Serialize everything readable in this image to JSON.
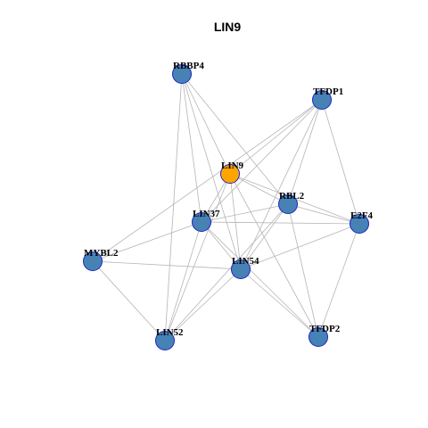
{
  "title": "LIN9",
  "colors": {
    "default_node": "#4682b4",
    "highlight_node": "#ffa500",
    "node_border": "#1f24c8",
    "edge": "#b5b5b5"
  },
  "nodes": [
    {
      "id": "RBBP4",
      "label": "RBBP4",
      "highlight": false
    },
    {
      "id": "TFDP1",
      "label": "TFDP1",
      "highlight": false
    },
    {
      "id": "LIN9",
      "label": "LIN9",
      "highlight": true
    },
    {
      "id": "RBL2",
      "label": "RBL2",
      "highlight": false
    },
    {
      "id": "LIN37",
      "label": "LIN37",
      "highlight": false
    },
    {
      "id": "E2F4",
      "label": "E2F4",
      "highlight": false
    },
    {
      "id": "MYBL2",
      "label": "MYBL2",
      "highlight": false
    },
    {
      "id": "LIN54",
      "label": "LIN54",
      "highlight": false
    },
    {
      "id": "LIN52",
      "label": "LIN52",
      "highlight": false
    },
    {
      "id": "TFDP2",
      "label": "TFDP2",
      "highlight": false
    }
  ],
  "edges": [
    [
      "RBBP4",
      "LIN9"
    ],
    [
      "RBBP4",
      "RBL2"
    ],
    [
      "RBBP4",
      "LIN37"
    ],
    [
      "RBBP4",
      "LIN54"
    ],
    [
      "RBBP4",
      "LIN52"
    ],
    [
      "TFDP1",
      "LIN9"
    ],
    [
      "TFDP1",
      "RBL2"
    ],
    [
      "TFDP1",
      "LIN37"
    ],
    [
      "TFDP1",
      "LIN54"
    ],
    [
      "TFDP1",
      "E2F4"
    ],
    [
      "TFDP1",
      "MYBL2"
    ],
    [
      "LIN9",
      "RBL2"
    ],
    [
      "LIN9",
      "LIN37"
    ],
    [
      "LIN9",
      "LIN54"
    ],
    [
      "LIN9",
      "LIN52"
    ],
    [
      "LIN9",
      "TFDP2"
    ],
    [
      "LIN9",
      "E2F4"
    ],
    [
      "RBL2",
      "LIN37"
    ],
    [
      "RBL2",
      "LIN54"
    ],
    [
      "RBL2",
      "E2F4"
    ],
    [
      "RBL2",
      "TFDP2"
    ],
    [
      "RBL2",
      "LIN52"
    ],
    [
      "LIN37",
      "LIN54"
    ],
    [
      "LIN37",
      "E2F4"
    ],
    [
      "LIN37",
      "MYBL2"
    ],
    [
      "LIN37",
      "LIN52"
    ],
    [
      "LIN37",
      "TFDP2"
    ],
    [
      "LIN54",
      "MYBL2"
    ],
    [
      "LIN54",
      "E2F4"
    ],
    [
      "LIN54",
      "LIN52"
    ],
    [
      "LIN54",
      "TFDP2"
    ],
    [
      "E2F4",
      "TFDP2"
    ],
    [
      "MYBL2",
      "LIN52"
    ]
  ]
}
